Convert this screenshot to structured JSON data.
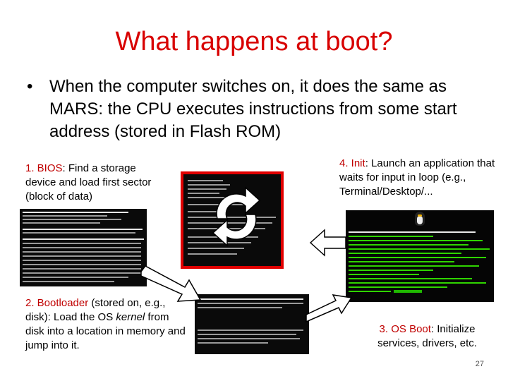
{
  "slide": {
    "title": "What happens at boot?",
    "bullet_symbol": "•",
    "bullet_text": "When the computer switches on, it does the same as MARS: the CPU executes instructions from some start address (stored in Flash ROM)",
    "page_number": "27"
  },
  "steps": {
    "bios": {
      "label": "1. BIOS",
      "text": ": Find a storage device and load first sector (block of data)"
    },
    "bootloader": {
      "label": "2. Bootloader",
      "text_a": " (stored on, e.g., disk): Load the OS ",
      "kernel": "kernel",
      "text_b": " from disk into a location in memory and jump into it."
    },
    "os_boot": {
      "label": "3. OS Boot",
      "text": ": Initialize services, drivers, etc."
    },
    "init": {
      "label": "4. Init",
      "text": ": Launch an application that waits for input in loop (e.g., Terminal/Desktop/..."
    }
  },
  "colors": {
    "title": "#d80000",
    "label": "#c00000",
    "arrow_fill": "#ffffff",
    "arrow_stroke": "#000000",
    "terminal_bg": "#000000",
    "linux_green": "#2fd400"
  },
  "icons": [
    "bios-screenshot",
    "terminal-screenshot",
    "cycle-arrows-icon",
    "bootloader-screenshot",
    "linux-boot-screenshot",
    "tux-icon"
  ]
}
